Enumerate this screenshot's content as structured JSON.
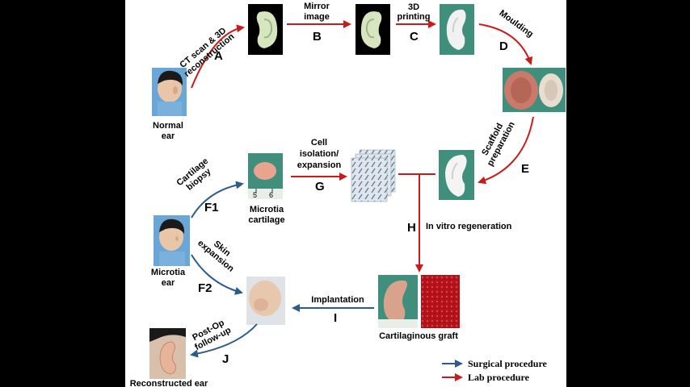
{
  "colors": {
    "surgical": "#2c5b8c",
    "lab": "#cc1a1a",
    "background": "#ffffff",
    "letterbox": "#000000"
  },
  "nodes": {
    "normal_ear": [
      "Normal",
      "ear"
    ],
    "microtia_cartilage": [
      "Microtia",
      "cartilage"
    ],
    "microtia_ear": [
      "Microtia",
      "ear"
    ],
    "cartilaginous_graft": "Cartilaginous graft",
    "reconstructed_ear": "Reconstructed ear"
  },
  "steps": {
    "A": {
      "letter": "A",
      "label": [
        "CT scan & 3D",
        "reconstruction"
      ]
    },
    "B": {
      "letter": "B",
      "label": [
        "Mirror",
        "image"
      ]
    },
    "C": {
      "letter": "C",
      "label": [
        "3D",
        "printing"
      ]
    },
    "D": {
      "letter": "D",
      "label": [
        "Moulding"
      ]
    },
    "E": {
      "letter": "E",
      "label": [
        "Scaffold",
        "preparation"
      ]
    },
    "F1": {
      "letter": "F1",
      "label": [
        "Cartilage",
        "biopsy"
      ]
    },
    "F2": {
      "letter": "F2",
      "label": [
        "Skin",
        "expansion"
      ]
    },
    "G": {
      "letter": "G",
      "label": [
        "Cell",
        "isolation/",
        "expansion"
      ]
    },
    "H": {
      "letter": "H",
      "label": [
        "In vitro regeneration"
      ]
    },
    "I": {
      "letter": "I",
      "label": [
        "Implantation"
      ]
    },
    "J": {
      "letter": "J",
      "label": [
        "Post-Op",
        "follow-up"
      ]
    }
  },
  "ruler_ticks": [
    "5",
    "6"
  ],
  "legend": [
    {
      "label": "Surgical procedure",
      "color": "#2c5b8c"
    },
    {
      "label": "Lab procedure",
      "color": "#cc1a1a"
    }
  ]
}
